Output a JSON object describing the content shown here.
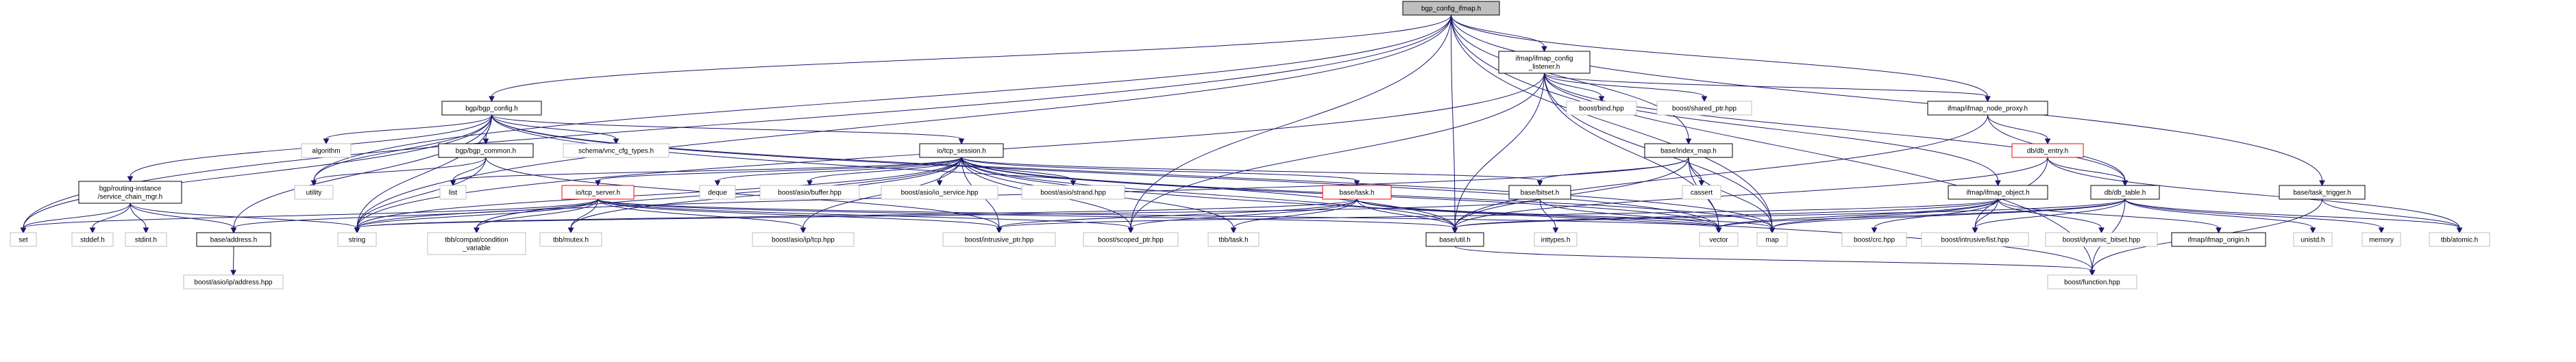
{
  "diagram": {
    "colors": {
      "edge": "#191970",
      "root_fill": "#bfbfbf",
      "box_fill": "#ffffff",
      "box_stroke_documented": "#000000",
      "box_stroke_undocumented": "#bfbfbf",
      "box_stroke_truncated": "#ff0000"
    },
    "nodes": [
      {
        "id": "n0",
        "lines": [
          "bgp_config_ifmap.h"
        ],
        "style": "root"
      },
      {
        "id": "n1",
        "lines": [
          "ifmap/ifmap_config",
          "_listener.h"
        ],
        "style": "doc"
      },
      {
        "id": "n2",
        "lines": [
          "bgp/bgp_config.h"
        ],
        "style": "doc"
      },
      {
        "id": "n3",
        "lines": [
          "bgp/bgp_common.h"
        ],
        "style": "doc"
      },
      {
        "id": "n4",
        "lines": [
          "algorithm"
        ],
        "style": "ext"
      },
      {
        "id": "n5",
        "lines": [
          "schema/vnc_cfg_types.h"
        ],
        "style": "ext"
      },
      {
        "id": "n6",
        "lines": [
          "io/tcp_session.h"
        ],
        "style": "doc"
      },
      {
        "id": "n7",
        "lines": [
          "bgp/routing-instance",
          "/service_chain_mgr.h"
        ],
        "style": "doc"
      },
      {
        "id": "n8",
        "lines": [
          "utility"
        ],
        "style": "ext"
      },
      {
        "id": "n9",
        "lines": [
          "list"
        ],
        "style": "ext"
      },
      {
        "id": "n10",
        "lines": [
          "deque"
        ],
        "style": "ext"
      },
      {
        "id": "n11",
        "lines": [
          "boost/asio/buffer.hpp"
        ],
        "style": "ext"
      },
      {
        "id": "n12",
        "lines": [
          "boost/asio/io_service.hpp"
        ],
        "style": "ext"
      },
      {
        "id": "n13",
        "lines": [
          "boost/asio/strand.hpp"
        ],
        "style": "ext"
      },
      {
        "id": "n14",
        "lines": [
          "io/tcp_server.h"
        ],
        "style": "trunc"
      },
      {
        "id": "n15",
        "lines": [
          "base/task.h"
        ],
        "style": "trunc"
      },
      {
        "id": "n16",
        "lines": [
          "base/address.h"
        ],
        "style": "doc"
      },
      {
        "id": "n17",
        "lines": [
          "boost/asio/ip/address.hpp"
        ],
        "style": "ext"
      },
      {
        "id": "n18",
        "lines": [
          "set"
        ],
        "style": "ext"
      },
      {
        "id": "n19",
        "lines": [
          "stddef.h"
        ],
        "style": "ext"
      },
      {
        "id": "n20",
        "lines": [
          "stdint.h"
        ],
        "style": "ext"
      },
      {
        "id": "n21",
        "lines": [
          "string"
        ],
        "style": "ext"
      },
      {
        "id": "n22",
        "lines": [
          "tbb/compat/condition",
          "_variable"
        ],
        "style": "ext"
      },
      {
        "id": "n23",
        "lines": [
          "tbb/mutex.h"
        ],
        "style": "ext"
      },
      {
        "id": "n24",
        "lines": [
          "boost/asio/ip/tcp.hpp"
        ],
        "style": "ext"
      },
      {
        "id": "n25",
        "lines": [
          "boost/intrusive_ptr.hpp"
        ],
        "style": "ext"
      },
      {
        "id": "n26",
        "lines": [
          "boost/scoped_ptr.hpp"
        ],
        "style": "ext"
      },
      {
        "id": "n27",
        "lines": [
          "tbb/task.h"
        ],
        "style": "ext"
      },
      {
        "id": "n28",
        "lines": [
          "base/util.h"
        ],
        "style": "doc"
      },
      {
        "id": "n29",
        "lines": [
          "boost/function.hpp"
        ],
        "style": "ext"
      },
      {
        "id": "n30",
        "lines": [
          "boost/bind.hpp"
        ],
        "style": "ext"
      },
      {
        "id": "n31",
        "lines": [
          "boost/shared_ptr.hpp"
        ],
        "style": "ext"
      },
      {
        "id": "n32",
        "lines": [
          "ifmap/ifmap_node_proxy.h"
        ],
        "style": "doc"
      },
      {
        "id": "n33",
        "lines": [
          "base/index_map.h"
        ],
        "style": "doc"
      },
      {
        "id": "n34",
        "lines": [
          "base/bitset.h"
        ],
        "style": "doc"
      },
      {
        "id": "n35",
        "lines": [
          "cassert"
        ],
        "style": "ext"
      },
      {
        "id": "n36",
        "lines": [
          "db/db_entry.h"
        ],
        "style": "trunc"
      },
      {
        "id": "n37",
        "lines": [
          "ifmap/ifmap_object.h"
        ],
        "style": "doc"
      },
      {
        "id": "n38",
        "lines": [
          "db/db_table.h"
        ],
        "style": "doc"
      },
      {
        "id": "n39",
        "lines": [
          "base/task_trigger.h"
        ],
        "style": "doc"
      },
      {
        "id": "n40",
        "lines": [
          "inttypes.h"
        ],
        "style": "ext"
      },
      {
        "id": "n41",
        "lines": [
          "vector"
        ],
        "style": "ext"
      },
      {
        "id": "n42",
        "lines": [
          "map"
        ],
        "style": "ext"
      },
      {
        "id": "n43",
        "lines": [
          "boost/crc.hpp"
        ],
        "style": "ext"
      },
      {
        "id": "n44",
        "lines": [
          "boost/intrusive/list.hpp"
        ],
        "style": "ext"
      },
      {
        "id": "n45",
        "lines": [
          "boost/dynamic_bitset.hpp"
        ],
        "style": "ext"
      },
      {
        "id": "n46",
        "lines": [
          "ifmap/ifmap_origin.h"
        ],
        "style": "doc"
      },
      {
        "id": "n47",
        "lines": [
          "unistd.h"
        ],
        "style": "ext"
      },
      {
        "id": "n48",
        "lines": [
          "memory"
        ],
        "style": "ext"
      },
      {
        "id": "n49",
        "lines": [
          "tbb/atomic.h"
        ],
        "style": "ext"
      }
    ],
    "edges": [
      [
        "n0",
        "n1"
      ],
      [
        "n0",
        "n2"
      ],
      [
        "n0",
        "n32"
      ],
      [
        "n0",
        "n33"
      ],
      [
        "n0",
        "n39"
      ],
      [
        "n0",
        "n28"
      ],
      [
        "n0",
        "n26"
      ],
      [
        "n0",
        "n42"
      ],
      [
        "n0",
        "n18"
      ],
      [
        "n0",
        "n21"
      ],
      [
        "n0",
        "n8"
      ],
      [
        "n0",
        "n29"
      ],
      [
        "n1",
        "n30"
      ],
      [
        "n1",
        "n31"
      ],
      [
        "n1",
        "n32"
      ],
      [
        "n1",
        "n37"
      ],
      [
        "n1",
        "n38"
      ],
      [
        "n1",
        "n28"
      ],
      [
        "n1",
        "n26"
      ],
      [
        "n1",
        "n42"
      ],
      [
        "n1",
        "n41"
      ],
      [
        "n1",
        "n21"
      ],
      [
        "n2",
        "n3"
      ],
      [
        "n2",
        "n4"
      ],
      [
        "n2",
        "n5"
      ],
      [
        "n2",
        "n6"
      ],
      [
        "n2",
        "n7"
      ],
      [
        "n2",
        "n16"
      ],
      [
        "n2",
        "n18"
      ],
      [
        "n2",
        "n8"
      ],
      [
        "n2",
        "n28"
      ],
      [
        "n2",
        "n42"
      ],
      [
        "n2",
        "n41"
      ],
      [
        "n2",
        "n21"
      ],
      [
        "n3",
        "n8"
      ],
      [
        "n3",
        "n9"
      ],
      [
        "n3",
        "n21"
      ],
      [
        "n3",
        "n25"
      ],
      [
        "n6",
        "n9"
      ],
      [
        "n6",
        "n10"
      ],
      [
        "n6",
        "n11"
      ],
      [
        "n6",
        "n12"
      ],
      [
        "n6",
        "n13"
      ],
      [
        "n6",
        "n14"
      ],
      [
        "n6",
        "n15"
      ],
      [
        "n6",
        "n21"
      ],
      [
        "n6",
        "n22"
      ],
      [
        "n6",
        "n23"
      ],
      [
        "n6",
        "n24"
      ],
      [
        "n6",
        "n25"
      ],
      [
        "n6",
        "n26"
      ],
      [
        "n6",
        "n27"
      ],
      [
        "n6",
        "n28"
      ],
      [
        "n6",
        "n29"
      ],
      [
        "n6",
        "n42"
      ],
      [
        "n6",
        "n41"
      ],
      [
        "n6",
        "n34"
      ],
      [
        "n7",
        "n16"
      ],
      [
        "n7",
        "n18"
      ],
      [
        "n7",
        "n19"
      ],
      [
        "n7",
        "n20"
      ],
      [
        "n7",
        "n21"
      ],
      [
        "n14",
        "n16"
      ],
      [
        "n14",
        "n18"
      ],
      [
        "n14",
        "n21"
      ],
      [
        "n14",
        "n22"
      ],
      [
        "n14",
        "n23"
      ],
      [
        "n14",
        "n24"
      ],
      [
        "n14",
        "n25"
      ],
      [
        "n14",
        "n26"
      ],
      [
        "n14",
        "n28"
      ],
      [
        "n14",
        "n41"
      ],
      [
        "n15",
        "n25"
      ],
      [
        "n15",
        "n26"
      ],
      [
        "n15",
        "n27"
      ],
      [
        "n15",
        "n28"
      ],
      [
        "n15",
        "n41"
      ],
      [
        "n15",
        "n42"
      ],
      [
        "n15",
        "n21"
      ],
      [
        "n16",
        "n17"
      ],
      [
        "n28",
        "n29"
      ],
      [
        "n32",
        "n28"
      ],
      [
        "n32",
        "n36"
      ],
      [
        "n32",
        "n38"
      ],
      [
        "n33",
        "n28"
      ],
      [
        "n33",
        "n34"
      ],
      [
        "n33",
        "n35"
      ],
      [
        "n33",
        "n41"
      ],
      [
        "n33",
        "n42"
      ],
      [
        "n33",
        "n21"
      ],
      [
        "n34",
        "n40"
      ],
      [
        "n34",
        "n41"
      ],
      [
        "n34",
        "n21"
      ],
      [
        "n36",
        "n38"
      ],
      [
        "n36",
        "n44"
      ],
      [
        "n36",
        "n49"
      ],
      [
        "n36",
        "n28"
      ],
      [
        "n37",
        "n28"
      ],
      [
        "n37",
        "n43"
      ],
      [
        "n37",
        "n44"
      ],
      [
        "n37",
        "n45"
      ],
      [
        "n37",
        "n46"
      ],
      [
        "n37",
        "n41"
      ],
      [
        "n37",
        "n42"
      ],
      [
        "n37",
        "n25"
      ],
      [
        "n38",
        "n28"
      ],
      [
        "n38",
        "n29"
      ],
      [
        "n38",
        "n41"
      ],
      [
        "n38",
        "n42"
      ],
      [
        "n38",
        "n47"
      ],
      [
        "n38",
        "n48"
      ],
      [
        "n38",
        "n49"
      ],
      [
        "n38",
        "n44"
      ],
      [
        "n39",
        "n29"
      ],
      [
        "n39",
        "n49"
      ]
    ]
  }
}
